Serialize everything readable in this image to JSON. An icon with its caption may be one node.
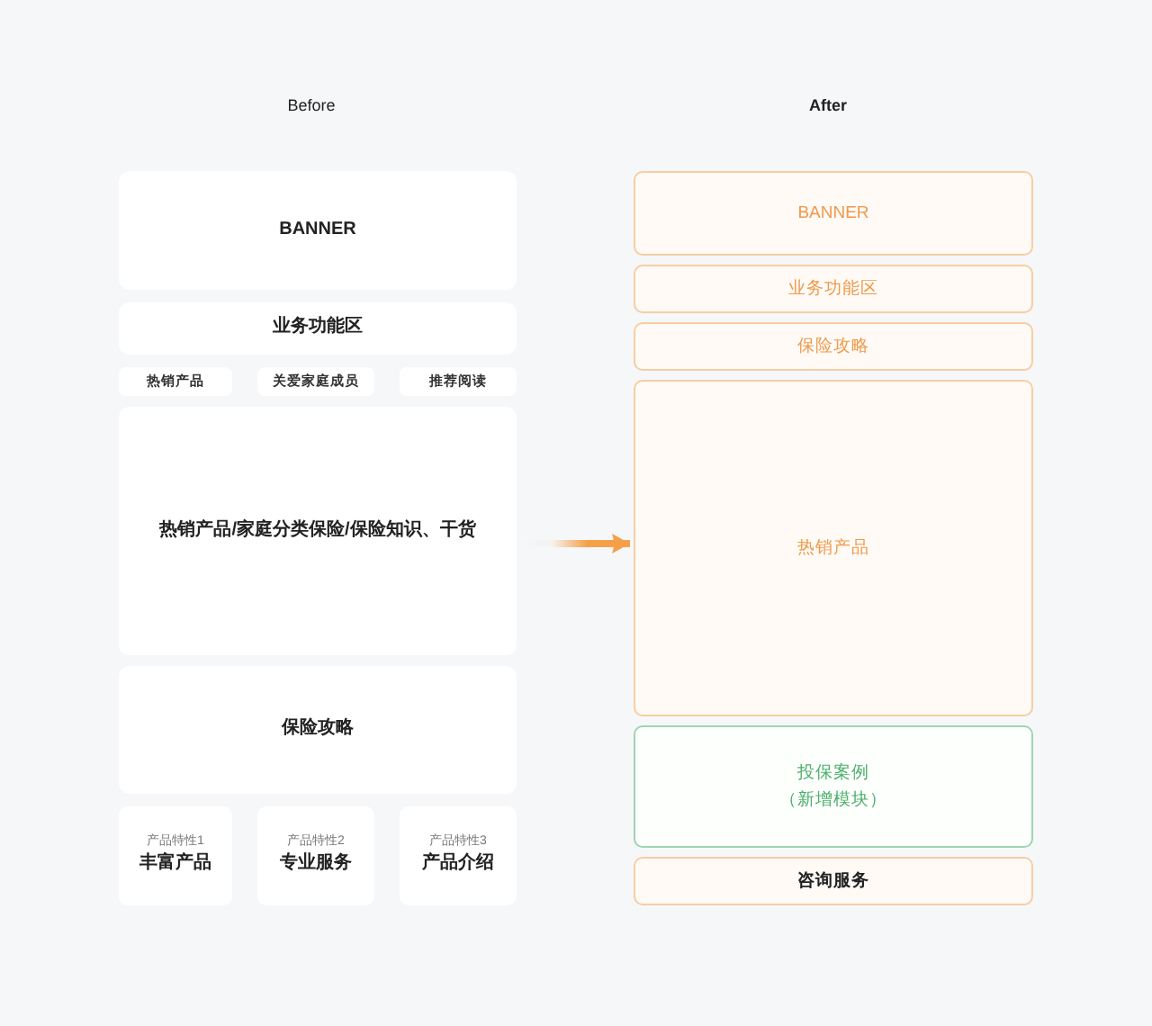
{
  "diagram": {
    "nodes": [
      {
        "text": [
          "BANNER"
        ]
      },
      {
        "text": [
          "业务功能区"
        ]
      },
      {
        "text": [
          "热销产品"
        ]
      },
      {
        "text": [
          "关爱家庭成员"
        ]
      },
      {
        "text": [
          "推荐阅读"
        ]
      },
      {
        "text": [
          "热销产品/家庭分类保险/保险知识、干货"
        ]
      },
      {
        "text": [
          "保险攻略"
        ]
      },
      {
        "text": [
          "产品特性1",
          "丰富产品"
        ]
      },
      {
        "text": [
          "产品特性2",
          "专业服务"
        ]
      },
      {
        "text": [
          "产品特性3",
          "产品介绍"
        ]
      },
      {
        "text": [
          "BANNER"
        ]
      },
      {
        "text": [
          "业务功能区"
        ]
      },
      {
        "text": [
          "保险攻略"
        ]
      },
      {
        "text": [
          "热销产品"
        ]
      },
      {
        "text": [
          "投保案例",
          "（新增模块）"
        ]
      },
      {
        "text": [
          "咨询服务"
        ]
      }
    ],
    "edges": [
      {
        "from": 5,
        "to": 13,
        "arrow": "to"
      }
    ],
    "labels": [
      "Before",
      "After"
    ]
  }
}
